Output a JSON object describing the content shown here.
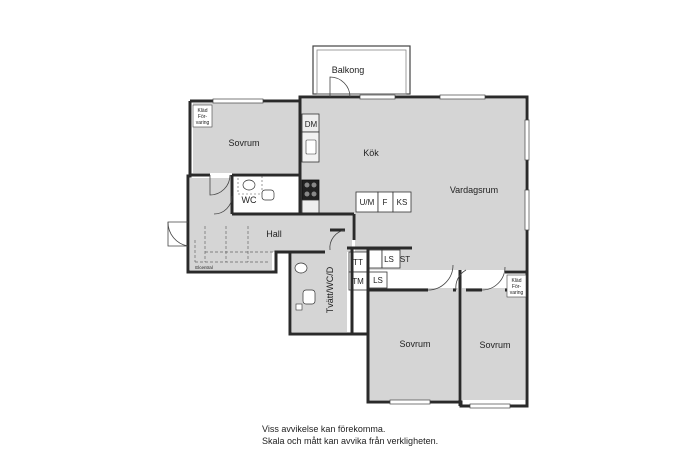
{
  "rooms": {
    "balcony": "Balkong",
    "bedroom_1": "Sovrum",
    "kitchen": "Kök",
    "living_room": "Vardagsrum",
    "wc": "WC",
    "hall": "Hall",
    "laundry": "Tvätt/WC/D",
    "bedroom_2": "Sovrum",
    "bedroom_3": "Sovrum"
  },
  "storage": {
    "wardrobe_top_line1": "Kläd",
    "wardrobe_top_line2": "För-",
    "wardrobe_top_line3": "varing",
    "wardrobe_right_line1": "Kläd",
    "wardrobe_right_line2": "För-",
    "wardrobe_right_line3": "varing",
    "electrical": "Elcentral"
  },
  "fixtures": {
    "dm": "DM",
    "um": "U/M",
    "f": "F",
    "ks": "KS",
    "tt": "TT",
    "tm": "TM",
    "ls1": "LS",
    "st": "ST",
    "ls2": "LS"
  },
  "disclaimer": {
    "line1": "Viss avvikelse kan förekomma.",
    "line2": "Skala och mått kan avvika från verkligheten."
  }
}
